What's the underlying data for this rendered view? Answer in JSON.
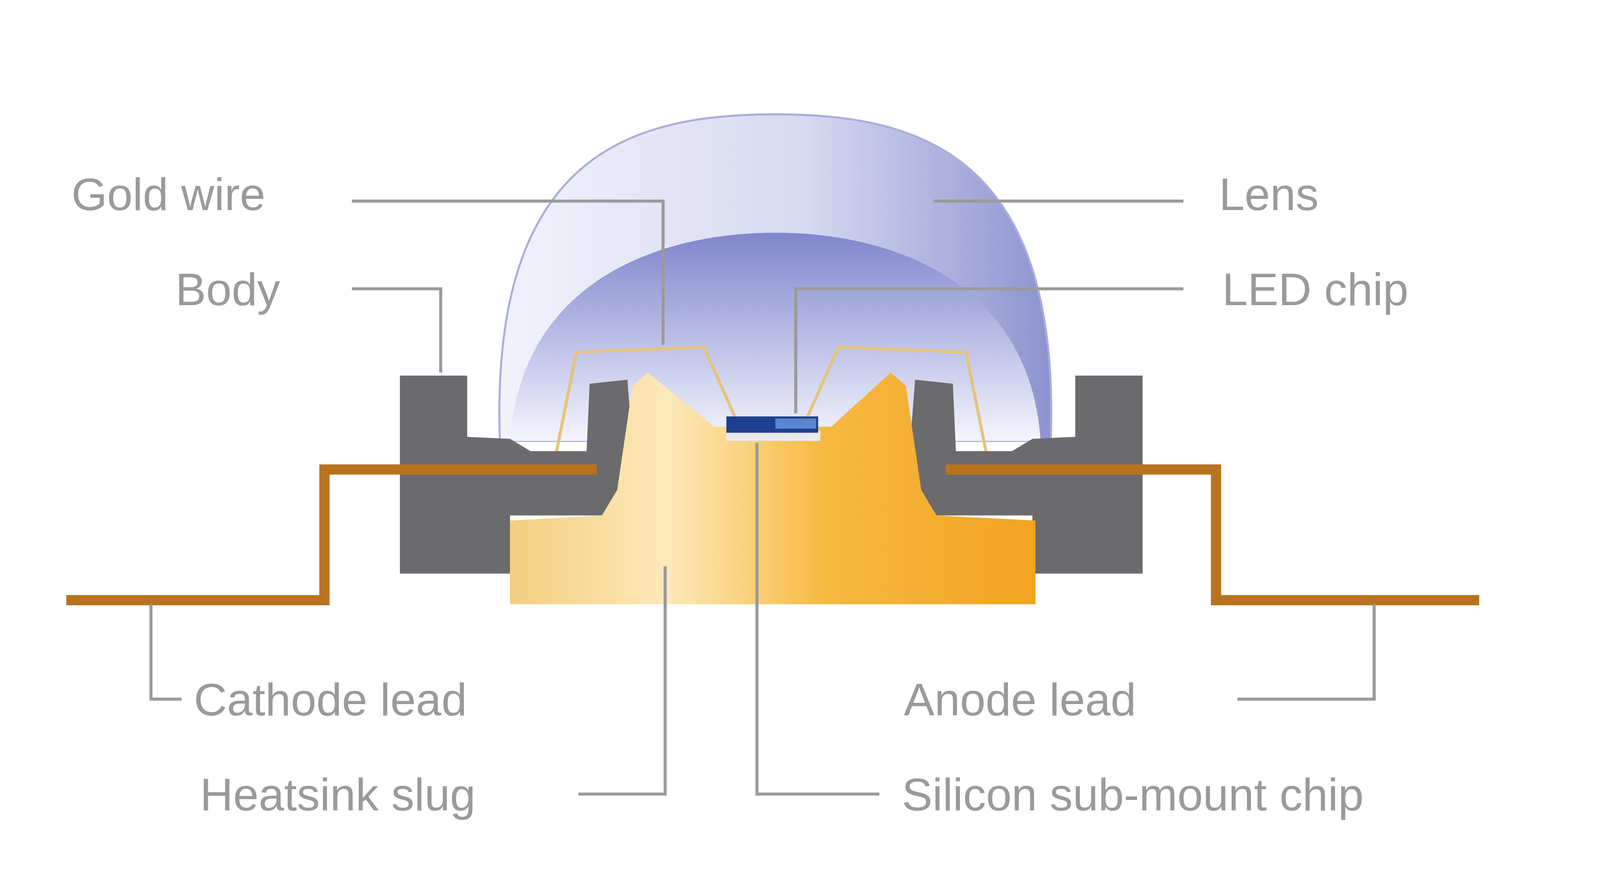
{
  "diagram": {
    "labels": [
      "Gold wire",
      "Body",
      "Lens",
      "LED chip",
      "Cathode lead",
      "Anode lead",
      "Heatsink slug",
      "Silicon sub-mount chip"
    ]
  }
}
